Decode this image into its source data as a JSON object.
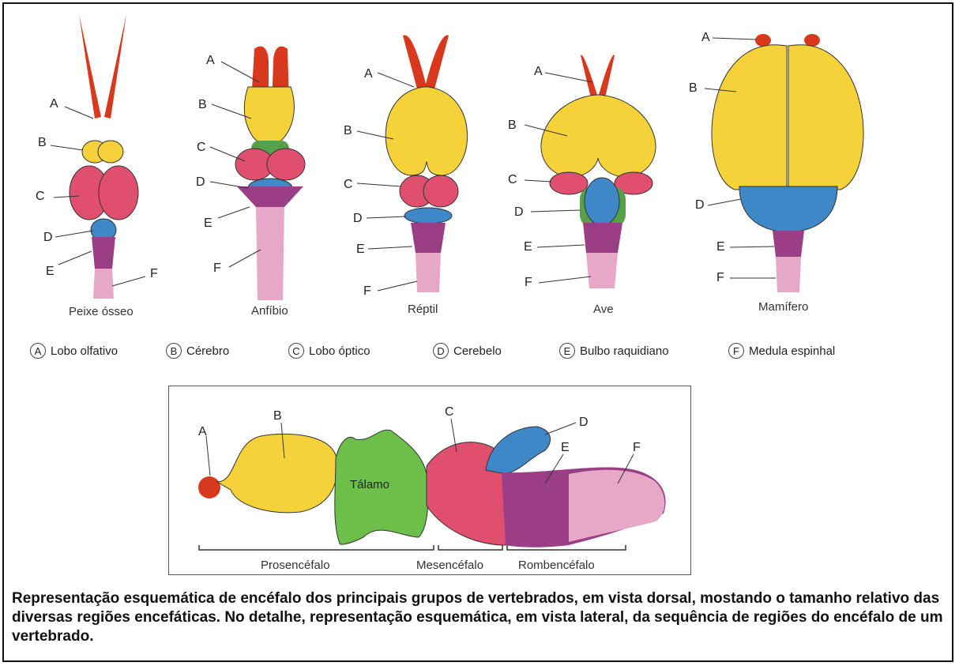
{
  "animals": [
    {
      "name": "Peixe ósseo"
    },
    {
      "name": "Anfíbio"
    },
    {
      "name": "Réptil"
    },
    {
      "name": "Ave"
    },
    {
      "name": "Mamífero"
    }
  ],
  "part_letters": [
    "A",
    "B",
    "C",
    "D",
    "E",
    "F"
  ],
  "legend": [
    {
      "letter": "A",
      "label": "Lobo olfativo"
    },
    {
      "letter": "B",
      "label": "Cérebro"
    },
    {
      "letter": "C",
      "label": "Lobo óptico"
    },
    {
      "letter": "D",
      "label": "Cerebelo"
    },
    {
      "letter": "E",
      "label": "Bulbo raquidiano"
    },
    {
      "letter": "F",
      "label": "Medula espinhal"
    }
  ],
  "detail": {
    "thalamus": "Tálamo",
    "regions": [
      "Prosencéfalo",
      "Mesencéfalo",
      "Rombencéfalo"
    ],
    "letters": [
      "A",
      "B",
      "C",
      "D",
      "E",
      "F"
    ]
  },
  "caption": "Representação esquemática de encéfalo dos principais grupos de vertebrados, em vista dorsal, mostando o tamanho relativo das diversas regiões encefáticas. No detalhe, representação esquemática, em vista lateral, da sequência de regiões do encéfalo de um vertebrado.",
  "colors": {
    "olfactory": "#d8381c",
    "cerebrum": "#f6d23a",
    "optic": "#e0506e",
    "cerebellum": "#3f88c8",
    "medulla": "#9a3e86",
    "spinal": "#e6a8c6",
    "thalamus": "#6cc04a"
  }
}
